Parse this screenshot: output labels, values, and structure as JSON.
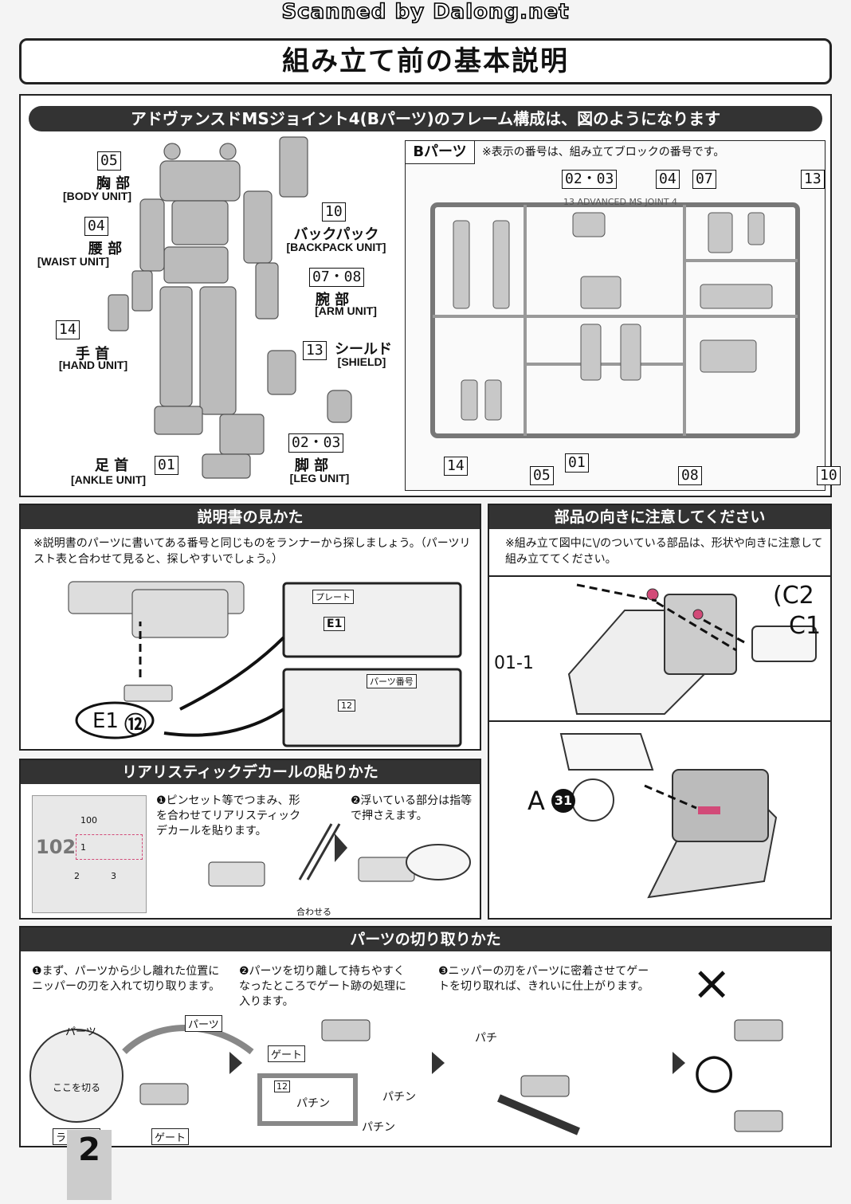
{
  "watermark": "Scanned by Dalong.net",
  "page_title": "組み立て前の基本説明",
  "frame_section": {
    "header": "アドヴァンスドMSジョイント4(Bパーツ)のフレーム構成は、図のようになります",
    "labels": [
      {
        "num": "05",
        "jp": "胸 部",
        "en": "[BODY UNIT]"
      },
      {
        "num": "04",
        "jp": "腰 部",
        "en": "[WAIST UNIT]"
      },
      {
        "num": "14",
        "jp": "手 首",
        "en": "[HAND UNIT]"
      },
      {
        "num": "01",
        "jp": "足 首",
        "en": "[ANKLE UNIT]"
      },
      {
        "num": "10",
        "jp": "バックパック",
        "en": "[BACKPACK UNIT]"
      },
      {
        "num": "07・08",
        "jp": "腕 部",
        "en": "[ARM UNIT]"
      },
      {
        "num": "13",
        "jp": "シールド",
        "en": "[SHIELD]"
      },
      {
        "num": "02・03",
        "jp": "脚 部",
        "en": "[LEG UNIT]"
      }
    ],
    "b_parts": {
      "label": "Bパーツ",
      "note": "※表示の番号は、組み立てブロックの番号です。",
      "runner_text": "13 ADVANCED MS JOINT 4",
      "callouts_top": [
        "02・03",
        "04",
        "07",
        "13"
      ],
      "callouts_bottom": [
        "14",
        "05",
        "01",
        "08",
        "10"
      ]
    }
  },
  "manual_section": {
    "header": "説明書の見かた",
    "note": "※説明書のパーツに書いてある番号と同じものをランナーから探しましょう。（パーツリスト表と合わせて見ると、探しやすいでしょう。）",
    "plate_label": "プレート",
    "part_no_label": "パーツ番号",
    "part_code": "E1",
    "part_num": "⑫",
    "plate_code": "E1",
    "tag_num": "12"
  },
  "orientation_section": {
    "header": "部品の向きに注意してください",
    "note": "※組み立て図中に\\/のついている部品は、形状や向きに注意して組み立ててください。",
    "labels": [
      "(C2",
      "C1",
      "01-1"
    ],
    "bottom_label": "A",
    "bottom_num": "31"
  },
  "decal_section": {
    "header": "リアリスティックデカールの貼りかた",
    "step1": "❶ピンセット等でつまみ、形を合わせてリアリスティックデカールを貼ります。",
    "step2": "❷浮いている部分は指等で押さえます。",
    "align_label": "合わせる",
    "sheet_nums": [
      "100",
      "1",
      "2",
      "3"
    ],
    "sheet_text": "102"
  },
  "cutting_section": {
    "header": "パーツの切り取りかた",
    "step1": "❶まず、パーツから少し離れた位置にニッパーの刃を入れて切り取ります。",
    "step2": "❷パーツを切り離して持ちやすくなったところでゲート跡の処理に入ります。",
    "step3": "❸ニッパーの刃をパーツに密着させてゲートを切り取れば、きれいに仕上がります。",
    "labels": {
      "parts": "パーツ",
      "parts_curved": "パーツ",
      "cut_here": "ここを切る",
      "runner": "ランナー",
      "gate": "ゲート",
      "gate2": "ゲート",
      "snap1": "パチン",
      "snap2": "パチン",
      "snap3": "パチン",
      "snap4": "パチ"
    },
    "tag_num": "12",
    "bad": "×",
    "good": "○"
  },
  "page_number": "2"
}
